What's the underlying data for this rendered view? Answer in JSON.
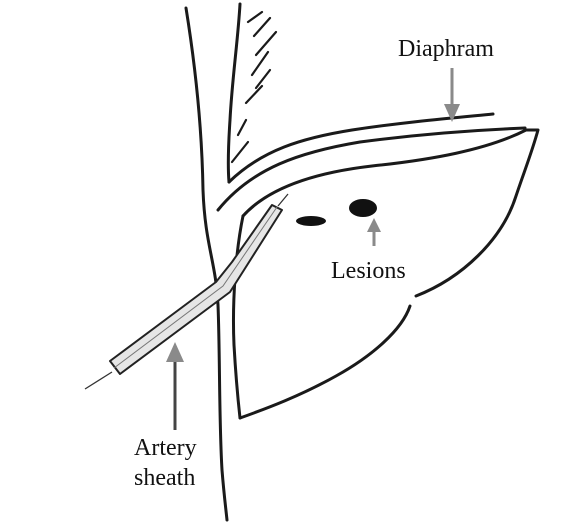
{
  "labels": {
    "diaphragm": "Diaphram",
    "lesions": "Lesions",
    "sheath_line1": "Artery",
    "sheath_line2": "sheath"
  },
  "colors": {
    "ink": "#1a1a1a",
    "arrow": "#8a8a8a",
    "sheath_fill": "#e6e6e6"
  }
}
